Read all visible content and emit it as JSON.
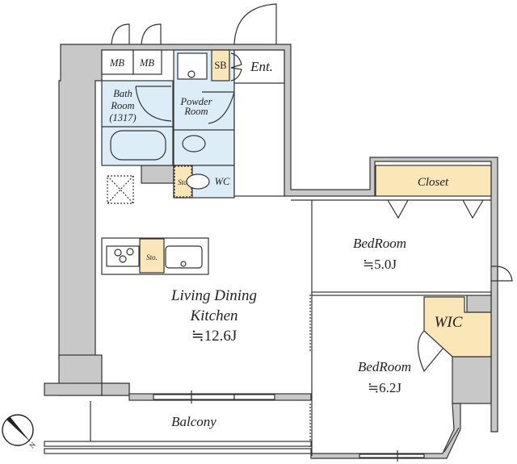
{
  "floorplan": {
    "rooms": {
      "ldk": {
        "line1": "Living Dining",
        "line2": "Kitchen",
        "area": "≒12.6J"
      },
      "bedroom1": {
        "name": "BedRoom",
        "area": "≒5.0J"
      },
      "bedroom2": {
        "name": "BedRoom",
        "area": "≒6.2J"
      },
      "closet": "Closet",
      "wic": "WIC",
      "balcony": "Balcony",
      "bath": {
        "line1": "Bath",
        "line2": "Room",
        "line3": "(1317)"
      },
      "powder": {
        "line1": "Powder",
        "line2": "Room"
      },
      "wc": "WC",
      "wc_storage": "Sto.",
      "kitchen_storage": "Sto.",
      "shoe_box": "SB",
      "entrance": "Ent.",
      "meter_box_1": "MB",
      "meter_box_2": "MB"
    },
    "compass": {
      "label": "N"
    },
    "colors": {
      "wet_area": "#dcedf7",
      "storage": "#fbe6b8",
      "wall": "#c8c8c8"
    }
  }
}
